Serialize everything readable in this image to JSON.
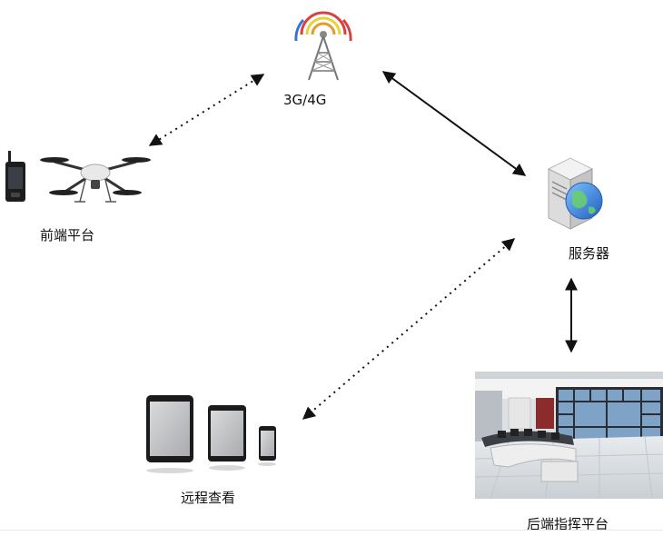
{
  "labels": {
    "network": "3G/4G",
    "front_platform": "前端平台",
    "server": "服务器",
    "remote_view": "远程查看",
    "command_platform": "后端指挥平台"
  },
  "colors": {
    "arrow": "#111111",
    "signal_arcs": [
      "#3a6fd8",
      "#e89a2a",
      "#e6d23a",
      "#d94040"
    ]
  },
  "icons": [
    "tower-icon",
    "server-icon",
    "drone-icon",
    "handheld-terminal-icon",
    "tablet-icon",
    "phone-icon",
    "control-room-image"
  ]
}
